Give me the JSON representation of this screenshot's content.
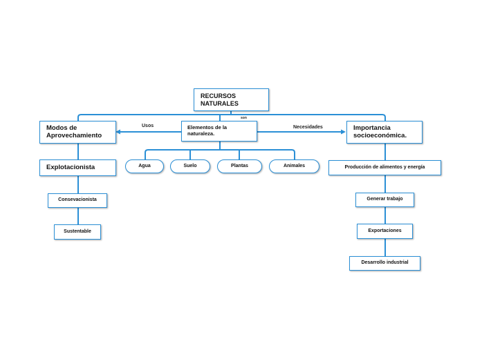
{
  "root": {
    "label": "RECURSOS NATURALES"
  },
  "center": {
    "label": "Elementos de la naturaleza."
  },
  "connectors": {
    "son": "son",
    "usos": "Usos",
    "necesidades": "Necesidades"
  },
  "left": {
    "title": "Modos de Aprovechamiento",
    "chain": [
      "Explotacionista",
      "Consevacionista",
      "Sustentable"
    ]
  },
  "right": {
    "title": "Importancia socioeconómica.",
    "chain": [
      "Producción de alimentos y energía",
      "Generar trabajo",
      "Exportaciones",
      "Desarrollo industrial"
    ]
  },
  "elements": [
    "Agua",
    "Suelo",
    "Plantas",
    "Animales"
  ],
  "colors": {
    "line": "#2a8fd6",
    "border": "#2a8fd6",
    "text": "#111111"
  }
}
